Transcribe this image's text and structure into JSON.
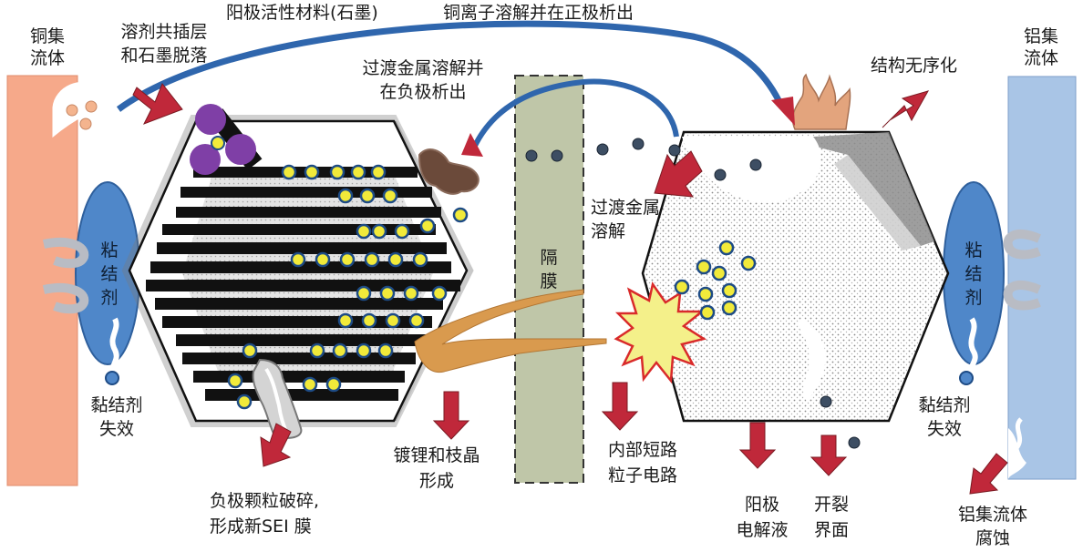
{
  "diagram": {
    "labels": {
      "cu_collector": "铜集\n流体",
      "al_collector": "铝集\n流体",
      "solvent_cointercalation": "溶剂共插层\n和石墨脱落",
      "anode_active_material": "阳极活性材料(石墨)",
      "cu_ion_dissolution": "铜离子溶解并在正极析出",
      "tm_dissolve_deposit": "过渡金属溶解并\n在负极析出",
      "structure_disorder": "结构无序化",
      "tm_dissolution": "过渡金属\n溶解",
      "binder_left": "粘\n结\n剂",
      "binder_right": "粘\n结\n剂",
      "separator": "隔\n膜",
      "binder_failure_left": "黏结剂\n失效",
      "binder_failure_right": "黏结剂\n失效",
      "particle_crack": "负极颗粒破碎,\n形成新SEI 膜",
      "li_plating_dendrite": "镀锂和枝晶\n形成",
      "internal_short": "内部短路\n粒子电路",
      "anode_electrolyte": "阳极\n电解液",
      "crack_interface": "开裂\n界面",
      "al_corrosion": "铝集流体\n腐蚀"
    },
    "colors": {
      "cu_collector": "#f6a98a",
      "al_collector": "#a9c5e6",
      "binder": "#4f87c9",
      "arrow_red": "#c0283a",
      "arc_blue": "#2f66ad",
      "separator": "#bfc6a8",
      "li_dot": "#f1ea3a",
      "purple": "#7f3fa6",
      "dendrite": "#d99a4e"
    }
  }
}
